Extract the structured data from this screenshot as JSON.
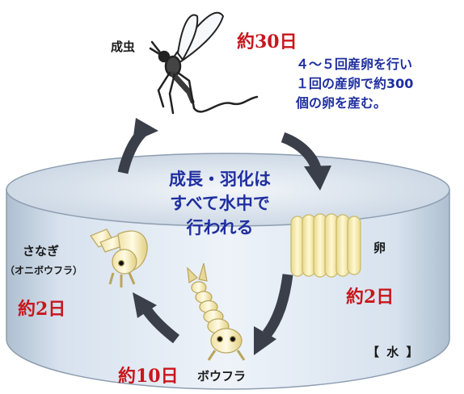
{
  "stages": {
    "adult": {
      "label": "成虫",
      "duration": "約30日"
    },
    "egg": {
      "label": "卵",
      "duration": "約2日"
    },
    "larva": {
      "label": "ボウフラ",
      "duration": "約10日"
    },
    "pupa": {
      "label": "さなぎ",
      "sublabel": "（オニボウフラ）",
      "duration": "約2日"
    }
  },
  "egg_note": [
    "４～５回産卵を行い",
    "１回の産卵で約300",
    "個の卵を産む。"
  ],
  "center_note": [
    "成長・羽化は",
    "すべて水中で",
    "行われる"
  ],
  "water_label": "【 水 】",
  "colors": {
    "duration_text": "#c8161d",
    "note_text": "#1f2fa0",
    "arrow": "#3a3f4a",
    "water": "#dde7f1",
    "egg_yellow": "#f5eab0"
  },
  "icons": {
    "adult": "mosquito-icon",
    "egg": "egg-raft-icon",
    "larva": "larva-icon",
    "pupa": "pupa-icon"
  }
}
